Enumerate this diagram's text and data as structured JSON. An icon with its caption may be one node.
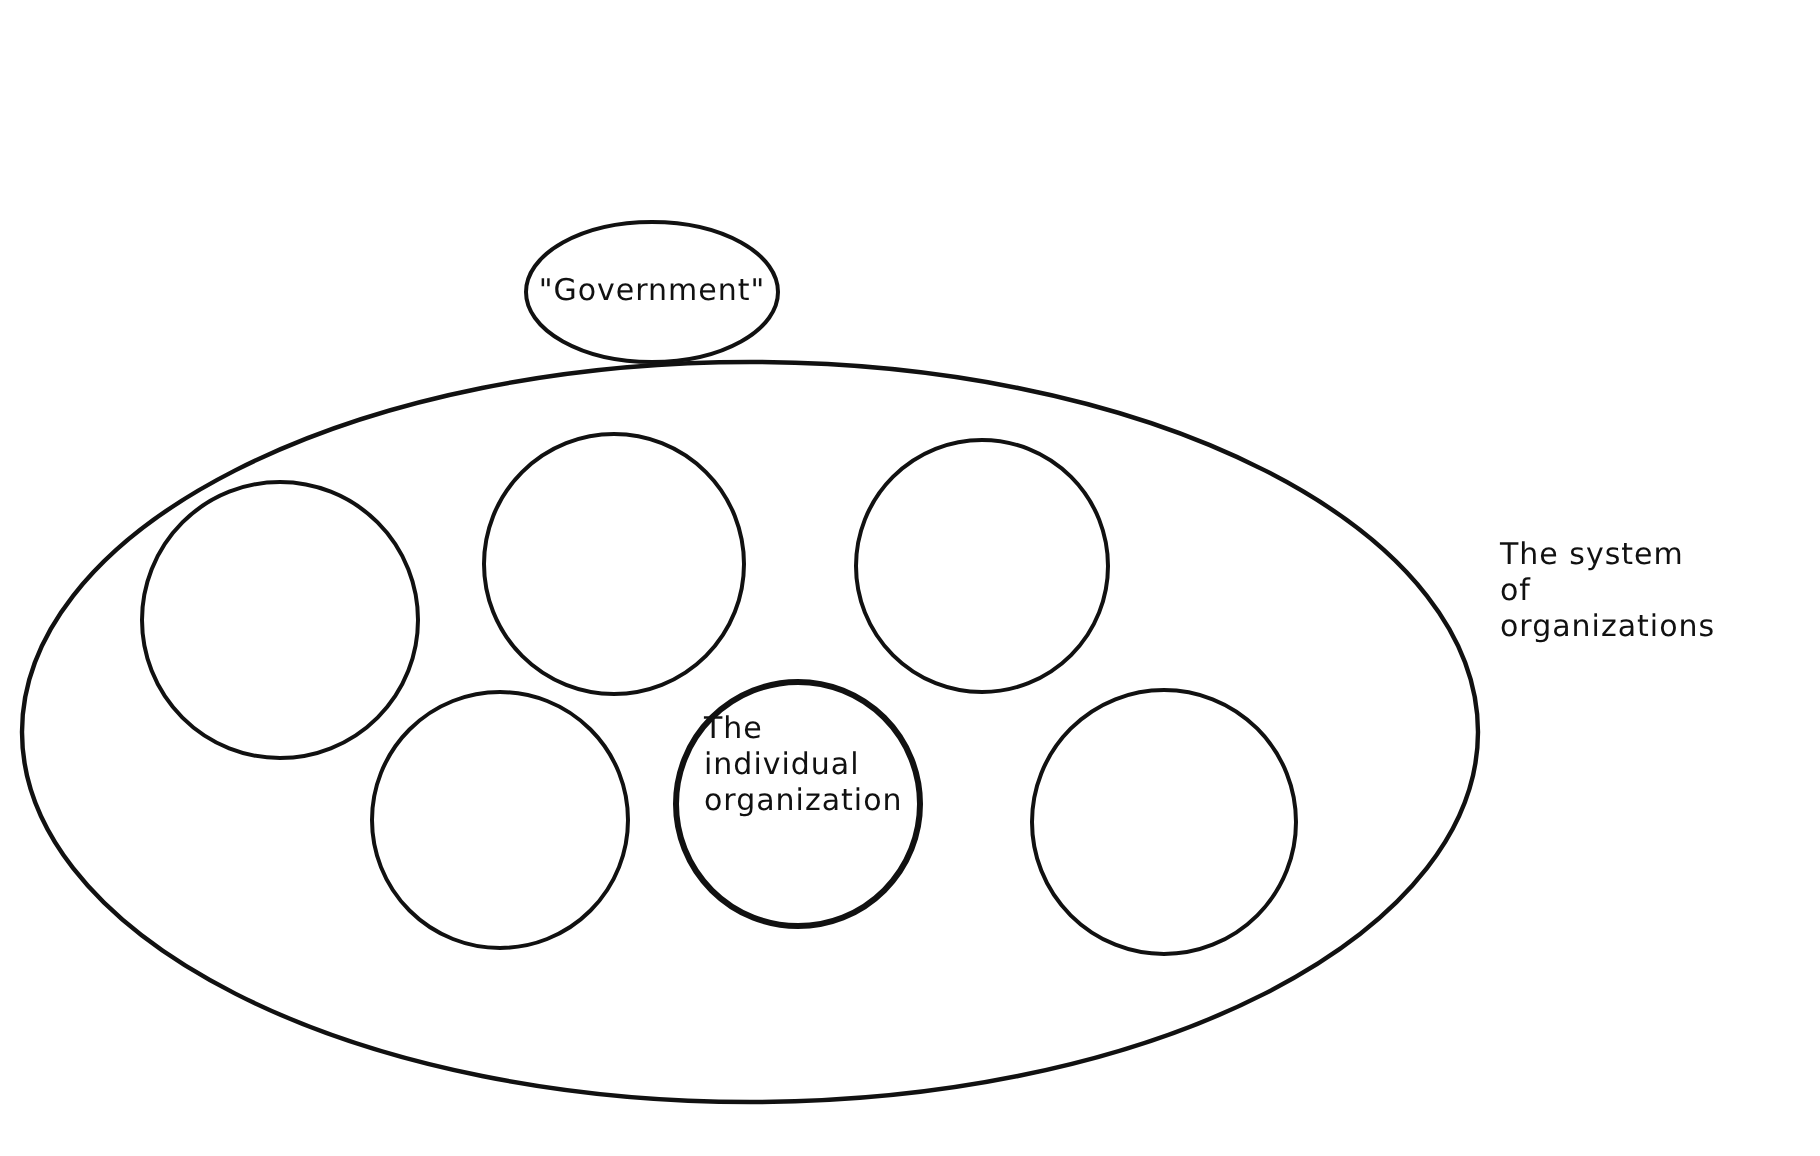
{
  "diagram": {
    "nodes": [
      {
        "text": [
          "\"Government\""
        ]
      },
      {
        "text": [
          "The system of organizations"
        ]
      },
      {
        "text": [],
        "shape": "circle",
        "in": 1
      },
      {
        "text": [],
        "shape": "circle",
        "in": 1
      },
      {
        "text": [],
        "shape": "circle",
        "in": 1
      },
      {
        "text": [],
        "shape": "circle",
        "in": 1
      },
      {
        "text": [
          "The individual organization"
        ],
        "in": 1
      },
      {
        "text": [],
        "shape": "circle",
        "in": 1
      }
    ],
    "edges": []
  }
}
